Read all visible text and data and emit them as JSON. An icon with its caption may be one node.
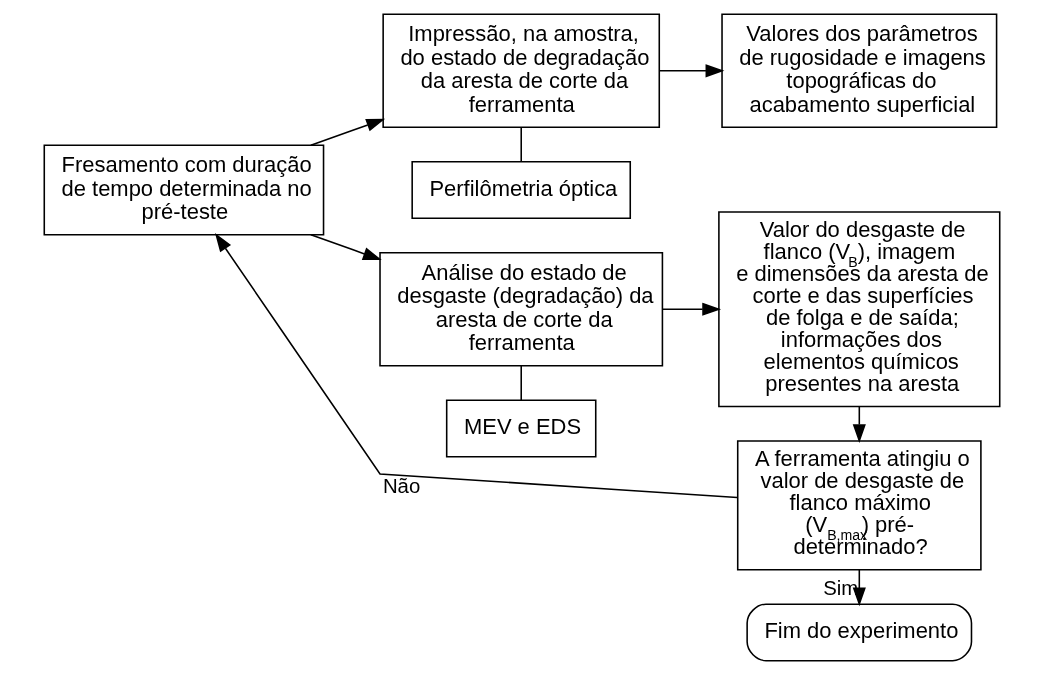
{
  "diagram": {
    "nodes": [
      {
        "text": [
          "Fresamento com duração de tempo determinada no pré-teste"
        ]
      },
      {
        "text": [
          "Impressão, na amostra, do estado de degradação da aresta de corte da ferramenta"
        ]
      },
      {
        "text": [
          "Valores dos parâmetros de rugosidade e imagens topográficas do acabamento superficial"
        ]
      },
      {
        "text": [
          "Perfilômetria óptica"
        ]
      },
      {
        "text": [
          "Análise do estado de desgaste (degradação) da aresta de corte da ferramenta"
        ]
      },
      {
        "text": [
          "Valor do desgaste de flanco (V$_{B}$), imagem e dimensões da aresta de corte e das superfícies de folga e de saída; informações dos elementos químicos presentes na aresta"
        ]
      },
      {
        "text": [
          "MEV e EDS"
        ]
      },
      {
        "text": [
          "A ferramenta atingiu o valor de desgaste de flanco máximo (V$_{B,max}$) pré-determinado?"
        ]
      },
      {
        "text": [
          "Fim do experimento"
        ]
      }
    ],
    "edges": [
      {
        "from": 0,
        "to": 1,
        "arrow": "to"
      },
      {
        "from": 0,
        "to": 4,
        "arrow": "to"
      },
      {
        "from": 1,
        "to": 2,
        "arrow": "to"
      },
      {
        "from": 1,
        "to": 3,
        "arrow": "none"
      },
      {
        "from": 4,
        "to": 5,
        "arrow": "to"
      },
      {
        "from": 4,
        "to": 6,
        "arrow": "none"
      },
      {
        "from": 5,
        "to": 7,
        "arrow": "to"
      },
      {
        "from": 7,
        "to": 0,
        "arrow": "to",
        "label": "Não"
      },
      {
        "from": 7,
        "to": 8,
        "arrow": "to",
        "label": "Sim"
      }
    ]
  }
}
